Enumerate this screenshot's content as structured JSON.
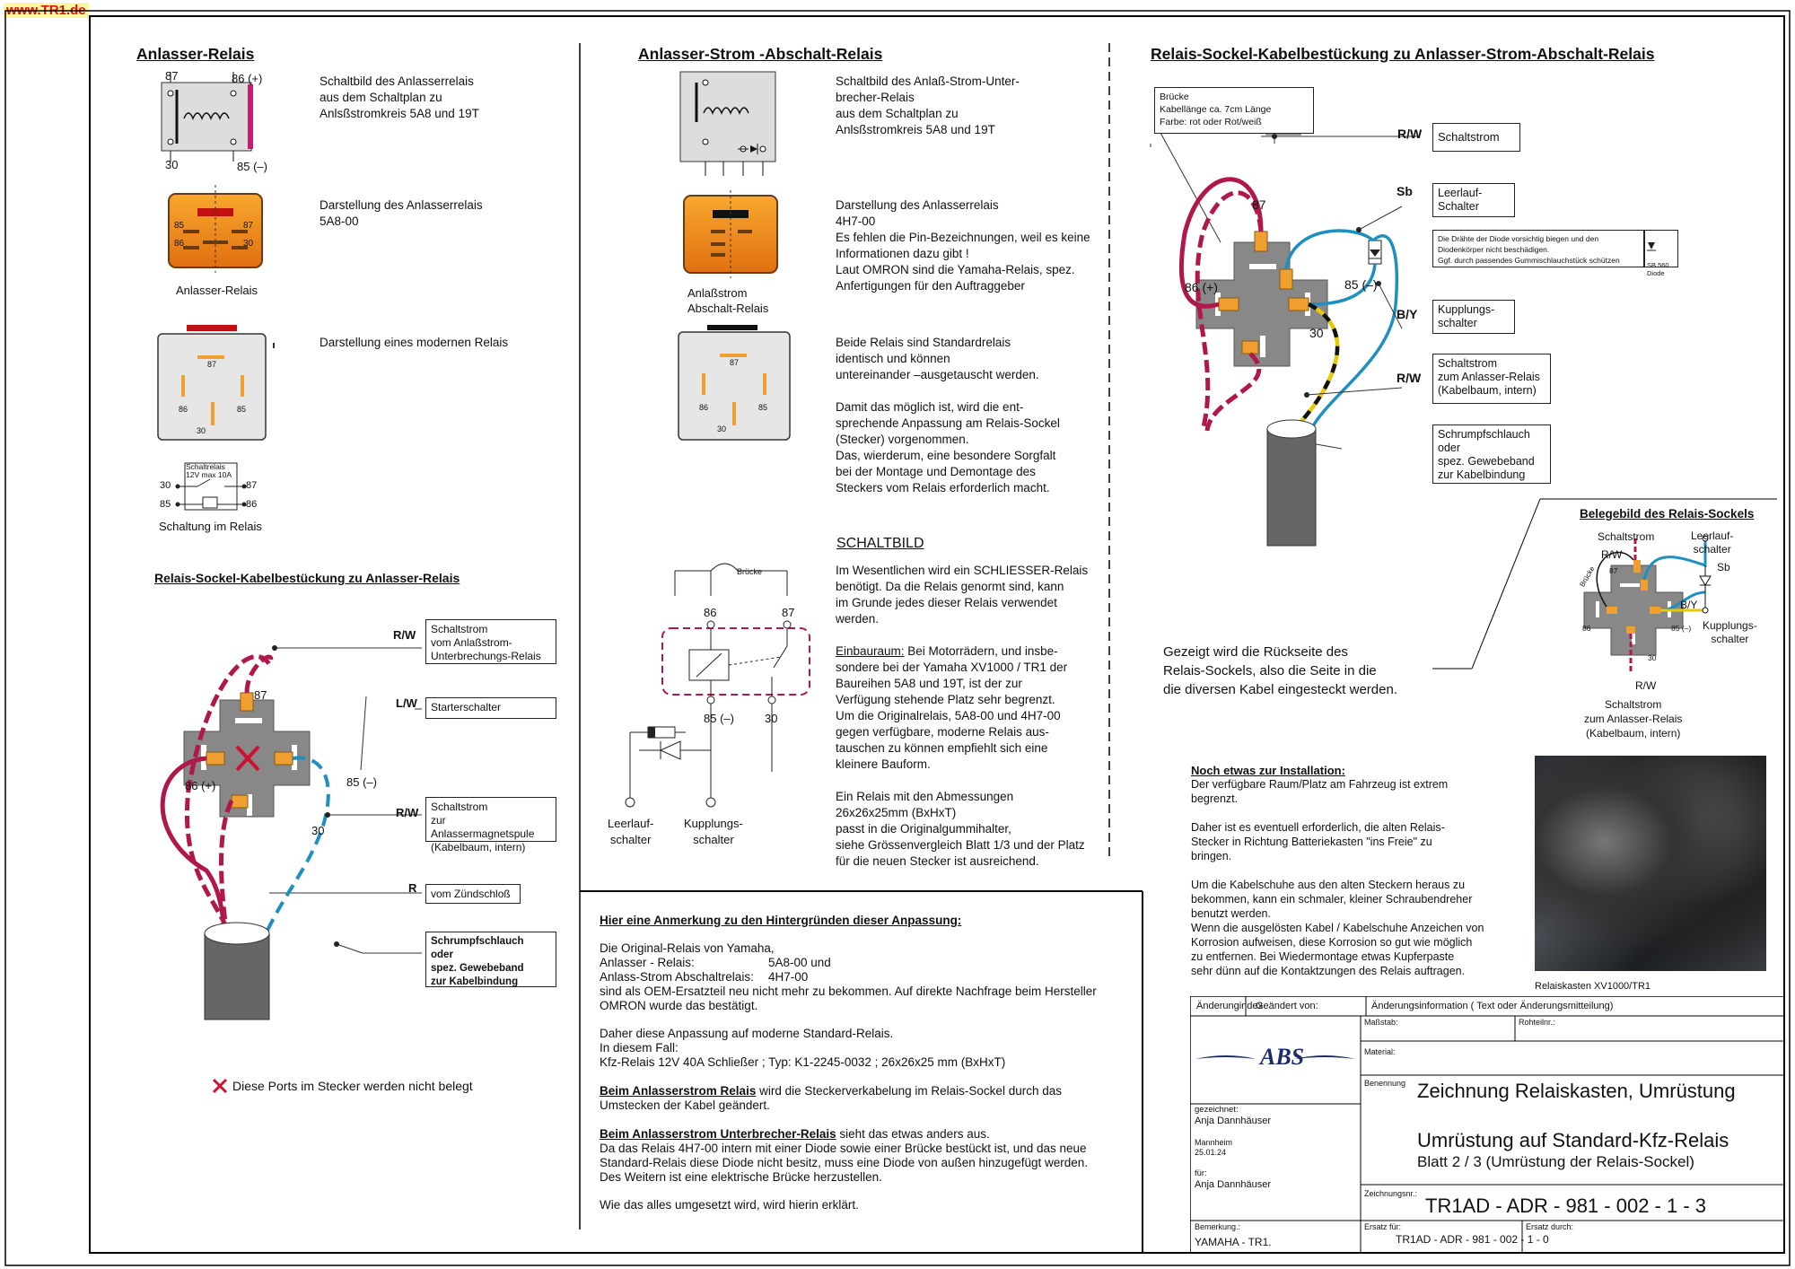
{
  "site": "www.TR1.de",
  "left": {
    "heading": "Anlasser-Relais",
    "schematic_text": "Schaltbild des Anlasserrelais\naus dem Schaltplan zu\nAnlsßstromkreis 5A8 und 19T",
    "pins": {
      "p87": "87",
      "p86": "86 (+)",
      "p30": "30",
      "p85": "85 (–)"
    },
    "relay_text": "Darstellung des Anlasserrelais\n5A8-00",
    "relay_caption": "Anlasser-Relais",
    "relay_pins": {
      "p85": "85",
      "p87": "87",
      "p86": "86",
      "p30": "30"
    },
    "modern_text": "Darstellung eines modernen Relais",
    "modern_pins": {
      "p87": "87",
      "p86": "86",
      "p85": "85",
      "p30": "30"
    },
    "inside_box": "Schaltrelais\n12V max 10A",
    "inside_pins": {
      "p30": "30",
      "p87": "87",
      "p85": "85",
      "p86": "86"
    },
    "inside_caption": "Schaltung im Relais",
    "socket_heading": "Relais-Sockel-Kabelbestückung zu Anlasser-Relais",
    "socket_pins": {
      "p87": "87",
      "p86": "86 (+)",
      "p85": "85 (–)",
      "p30": "30"
    },
    "wires": {
      "rw1": "R/W",
      "lw": "L/W",
      "rw2": "R/W",
      "r": "R"
    },
    "callouts": {
      "c1": "Schaltstrom\nvom Anlaßstrom-\nUnterbrechungs-Relais",
      "c2": "Starterschalter",
      "c3": "Schaltstrom\nzur Anlassermagnetspule\n(Kabelbaum, intern)",
      "c4": "vom Zündschloß",
      "c5": "Schrumpfschlauch\noder\nspez. Gewebeband\nzur Kabelbindung"
    },
    "legend": "Diese Ports im Stecker werden nicht belegt"
  },
  "mid": {
    "heading": "Anlasser-Strom -Abschalt-Relais",
    "schematic_text": "Schaltbild des Anlaß-Strom-Unter-\nbrecher-Relais\naus dem Schaltplan zu\nAnlsßstromkreis 5A8 und 19T",
    "relay_text": "Darstellung des Anlasserrelais\n4H7-00\nEs fehlen die Pin-Bezeichnungen, weil es keine\nInformationen dazu gibt !\nLaut OMRON sind die Yamaha-Relais, spez.\nAnfertigungen für den Auftraggeber",
    "relay_caption": "Anlaßstrom\nAbschalt-Relais",
    "modern_pins": {
      "p87": "87",
      "p86": "86",
      "p85": "85",
      "p30": "30"
    },
    "std_text": "Beide Relais sind Standardrelais\nidentisch und können\nuntereinander –ausgetauscht werden.\n\nDamit das möglich ist, wird die ent-\nsprechende Anpassung am Relais-Sockel\n(Stecker) vorgenommen.\nDas, wierderum, eine besondere Sorgfalt\nbei der Montage und Demontage des\nSteckers vom Relais erforderlich macht.",
    "schaltbild_heading": "SCHALTBILD",
    "schaltbild_text1": "Im Wesentlichen wird ein SCHLIESSER-Relais\nbenötigt. Da die Relais genormt sind, kann\nim Grunde jedes dieser Relais verwendet\nwerden.",
    "einbau_label": "Einbauraum:",
    "einbau_text": " Bei Motorrädern, und insbe-\nsondere bei der Yamaha XV1000 / TR1 der\nBaureihen 5A8 und 19T, ist der zur\nVerfügung stehende Platz sehr begrenzt.\nUm die Originalrelais, 5A8-00 und 4H7-00\ngegen verfügbare, moderne Relais aus-\ntauschen zu können empfiehlt sich eine\nkleinere Bauform.\n\nEin Relais mit den Abmessungen\n26x26x25mm (BxHxT)\npasst in die Originalgummihalter,\nsiehe Grössenvergleich Blatt 1/3 und der Platz\nfür die neuen Stecker ist ausreichend.",
    "sb_pins": {
      "bruecke": "Brücke",
      "p86": "86",
      "p87": "87",
      "p85": "85 (–)",
      "p30": "30"
    },
    "sb_leer": "Leerlauf-\nschalter",
    "sb_kupp": "Kupplungs-\nschalter"
  },
  "note": {
    "heading": "Hier eine Anmerkung zu den Hintergründen dieser Anpassung:",
    "p1": "Die Original-Relais von Yamaha,",
    "r1a": "Anlasser - Relais:",
    "r1b": "5A8-00 und",
    "r2a": "Anlass-Strom Abschaltrelais:",
    "r2b": "4H7-00",
    "p2": "sind als OEM-Ersatzteil neu nicht mehr zu bekommen. Auf direkte Nachfrage beim Hersteller\nOMRON wurde das bestätigt.",
    "p3": "Daher diese Anpassung auf moderne Standard-Relais.\nIn diesem Fall:\nKfz-Relais 12V 40A Schließer ; Typ: K1-2245-0032 ; 26x26x25 mm (BxHxT)",
    "p4u": "Beim Anlasserstrom Relais",
    "p4": " wird die Steckerverkabelung im Relais-Sockel durch das\nUmstecken der Kabel geändert.",
    "p5u": "Beim Anlasserstrom Unterbrecher-Relais",
    "p5": " sieht das etwas anders aus.\nDa das Relais 4H7-00 intern mit einer Diode sowie einer Brücke bestückt ist, und das neue\nStandard-Relais diese Diode nicht besitz, muss eine Diode von außen hinzugefügt werden.\nDes Weitern ist eine elektrische Brücke herzustellen.",
    "p6": "Wie das alles umgesetzt wird, wird hierin erklärt."
  },
  "right": {
    "heading": "Relais-Sockel-Kabelbestückung zu Anlasser-Strom-Abschalt-Relais",
    "bruecke_box": "Brücke\nKabellänge ca.  7cm Länge\nFarbe: rot oder Rot/weiß",
    "wires": {
      "rw1": "R/W",
      "sb": "Sb",
      "by": "B/Y",
      "rw2": "R/W"
    },
    "pins": {
      "p87": "87",
      "p86": "86 (+)",
      "p85": "85 (–)",
      "p30": "30"
    },
    "callouts": {
      "c1": "Schaltstrom",
      "c2": "Leerlauf-\nSchalter",
      "c3": "Die Drähte der Diode vorsichtig biegen und den\nDiodenkörper nicht beschädigen.\nGgf. durch passendes Gummischlauchstück schützen",
      "diode": "SB 560\nDiode",
      "c4": "Kupplungs-\nschalter",
      "c5": "Schaltstrom\nzum Anlasser-Relais\n(Kabelbaum, intern)",
      "c6": "Schrumpfschlauch\noder\nspez. Gewebeband\nzur Kabelbindung"
    },
    "back_text": "Gezeigt wird die Rückseite des\nRelais-Sockels, also die Seite in die\ndie diversen Kabel eingesteckt werden.",
    "beleg": {
      "heading": "Belegebild des Relais-Sockels",
      "schaltstrom": "Schaltstrom",
      "rw_top": "R/W",
      "leerlauf": "Leerlauf-\nschalter",
      "sb": "Sb",
      "bruecke": "Brücke",
      "p87": "87",
      "by": "B/Y",
      "p86": "86",
      "p85": "85 (–)",
      "p30": "30",
      "kupp": "Kupplungs-\nschalter",
      "rw_bot": "R/W",
      "bottom": "Schaltstrom\nzum Anlasser-Relais\n(Kabelbaum, intern)"
    },
    "install_heading": "Noch etwas zur Installation:",
    "install_text": "Der verfügbare Raum/Platz am Fahrzeug ist extrem\nbegrenzt.\n\nDaher ist es eventuell erforderlich, die alten Relais-\nStecker in Richtung Batteriekasten \"ins Freie\" zu\nbringen.\n\nUm die Kabelschuhe aus den alten Steckern heraus zu\nbekommen, kann ein schmaler, kleiner Schraubendreher\nbenutzt werden.\nWenn die ausgelösten Kabel / Kabelschuhe Anzeichen von\nKorrosion aufweisen, diese Korrosion so gut wie möglich\nzu entfernen. Bei Wiedermontage etwas Kupferpaste\nsehr dünn auf die Kontaktzungen des Relais auftragen.",
    "photo_caption": "Relaiskasten XV1000/TR1"
  },
  "titleblock": {
    "aenderungsindex": "Änderungindex",
    "geaendert": "Geändert von:",
    "info": "Änderungsinformation ( Text oder Änderungsmitteilung)",
    "massstab": "Maßstab:",
    "rohteil": "Rohteilnr.:",
    "material": "Material:",
    "benennung": "Benennung",
    "title1": "Zeichnung Relaiskasten, Umrüstung",
    "title2": "Umrüstung auf Standard-Kfz-Relais",
    "title3": "Blatt 2 / 3 (Umrüstung der Relais-Sockel)",
    "logo": "ABS",
    "gezeichnet_label": "gezeichnet:",
    "gezeichnet": "Anja Dannhäuser",
    "ort": "Mannheim",
    "datum": "25.01.24",
    "fuer_label": "für:",
    "fuer": "Anja Dannhäuser",
    "zeichnungsnr_label": "Zeichnungsnr.:",
    "zeichnungsnr": "TR1AD  - ADR - 981 - 002 - 1 - 3",
    "bemerkung_label": "Bemerkung.:",
    "bemerkung": "YAMAHA - TR1.",
    "ersatz_label": "Ersatz für:",
    "ersatz": "TR1AD - ADR - 981 - 002 - 1 -  0",
    "ersatz_durch": "Ersatz durch:"
  },
  "colors": {
    "wire_red": "#b0174a",
    "wire_blue": "#1e8fc0",
    "wire_yellow": "#e8c800",
    "relay_orange": "#f08c10",
    "connector": "#f0a030"
  }
}
